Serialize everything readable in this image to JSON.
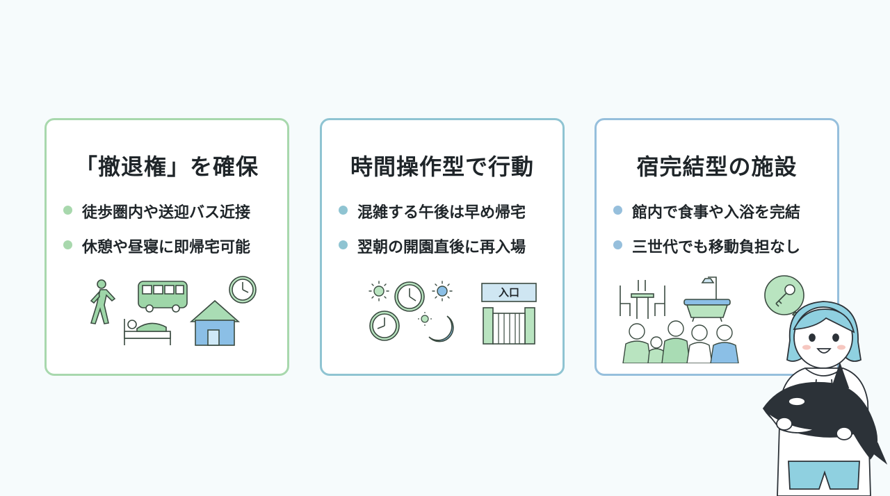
{
  "cards": [
    {
      "title": "「撤退権」を確保",
      "items": [
        "徒歩圏内や送迎バス近接",
        "休憩や昼寝に即帰宅可能"
      ],
      "accent": "#a8d8ad"
    },
    {
      "title": "時間操作型で行動",
      "items": [
        "混雑する午後は早め帰宅",
        "翌朝の開園直後に再入場"
      ],
      "accent": "#8fc4d2"
    },
    {
      "title": "宿完結型の施設",
      "items": [
        "館内で食事や入浴を完結",
        "三世代でも移動負担なし"
      ],
      "accent": "#96bfdc"
    }
  ],
  "gate_sign": "入口",
  "icons": {
    "card1": [
      "walking-person-icon",
      "bus-icon",
      "clock-icon",
      "sleeping-person-bed-icon",
      "house-icon"
    ],
    "card2": [
      "sun-icon",
      "clock-icon",
      "moon-icon",
      "gate-icon"
    ],
    "card3": [
      "dining-table-icon",
      "bathtub-icon",
      "key-icon",
      "family-icon"
    ]
  },
  "mascot": "girl-holding-orca-plush"
}
